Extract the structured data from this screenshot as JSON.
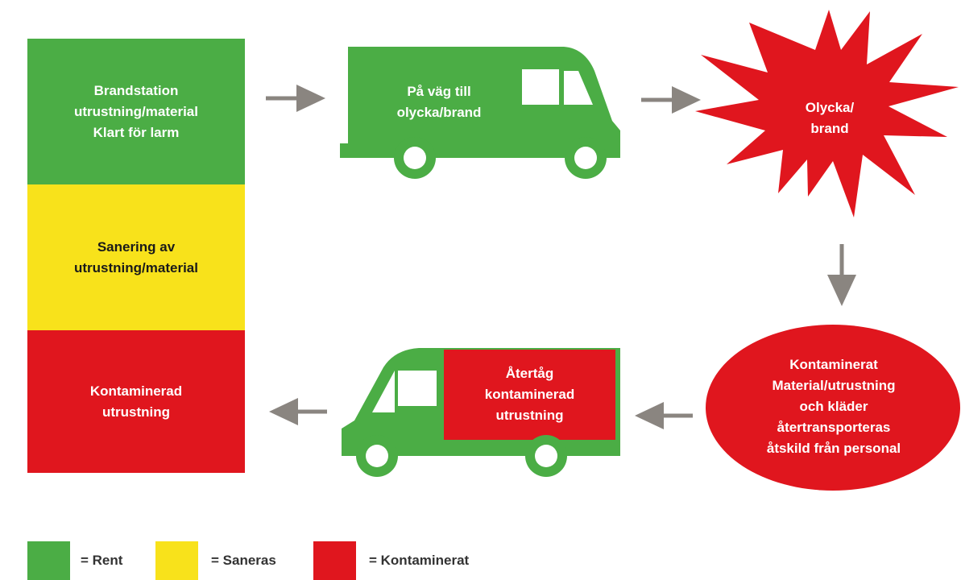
{
  "colors": {
    "rent": "#4bad45",
    "saneras": "#f8e21b",
    "kontaminerat": "#e0161e",
    "arrow": "#8a8580"
  },
  "stack": {
    "green_text": "Brandstation\nutrustning/material\nKlart för larm",
    "yellow_text": "Sanering av\nutrustning/material",
    "red_text": "Kontaminerad\nutrustning"
  },
  "van_outbound": {
    "text": "På väg till\nolycka/brand",
    "icon": "van-icon"
  },
  "incident": {
    "text": "Olycka/\nbrand",
    "icon": "explosion-icon"
  },
  "contaminated": {
    "text": "Kontaminerat\nMaterial/utrustning\noch kläder\nåtertransporteras\nåtskild från personal"
  },
  "van_return": {
    "text": "Återtåg\nkontaminerad\nutrustning",
    "icon": "van-icon"
  },
  "legend": [
    {
      "label": "= Rent",
      "color": "#4bad45"
    },
    {
      "label": "= Saneras",
      "color": "#f8e21b"
    },
    {
      "label": "= Kontaminerat",
      "color": "#e0161e"
    }
  ]
}
